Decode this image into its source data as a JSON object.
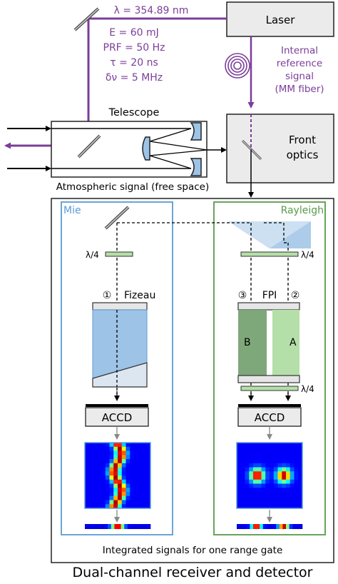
{
  "laser_params": {
    "wavelength": "λ = 354.89 nm",
    "energy": "E = 60 mJ",
    "prf": "PRF = 50 Hz",
    "tau": "τ = 20 ns",
    "linewidth": "δν = 5 MHz"
  },
  "labels": {
    "laser": "Laser",
    "internal_ref_1": "Internal",
    "internal_ref_2": "reference",
    "internal_ref_3": "signal",
    "internal_ref_4": "(MM fiber)",
    "telescope": "Telescope",
    "front_optics_1": "Front",
    "front_optics_2": "optics",
    "atmospheric": "Atmospheric signal (free space)",
    "mie": "Mie",
    "rayleigh": "Rayleigh",
    "lambda4_left": "λ/4",
    "lambda4_right_top": "λ/4",
    "lambda4_right_bottom": "λ/4",
    "circle1": "①",
    "fizeau": "Fizeau",
    "circle3": "③",
    "fpi": "FPI",
    "circle2": "②",
    "fpi_b": "B",
    "fpi_a": "A",
    "accd_left": "ACCD",
    "accd_right": "ACCD",
    "integrated": "Integrated signals for one range gate",
    "caption": "Dual-channel receiver and detector"
  },
  "colors": {
    "purple": "#7b3d9a",
    "mie_blue": "#5b9bd5",
    "rayleigh_green": "#5a9a4a",
    "panel_gray": "#ebebeb",
    "fizeau_fill": "#9dc3e6",
    "fpi_b": "#7fa87a",
    "fpi_a": "#b5dfa8",
    "detector_bg": "#00008f"
  }
}
